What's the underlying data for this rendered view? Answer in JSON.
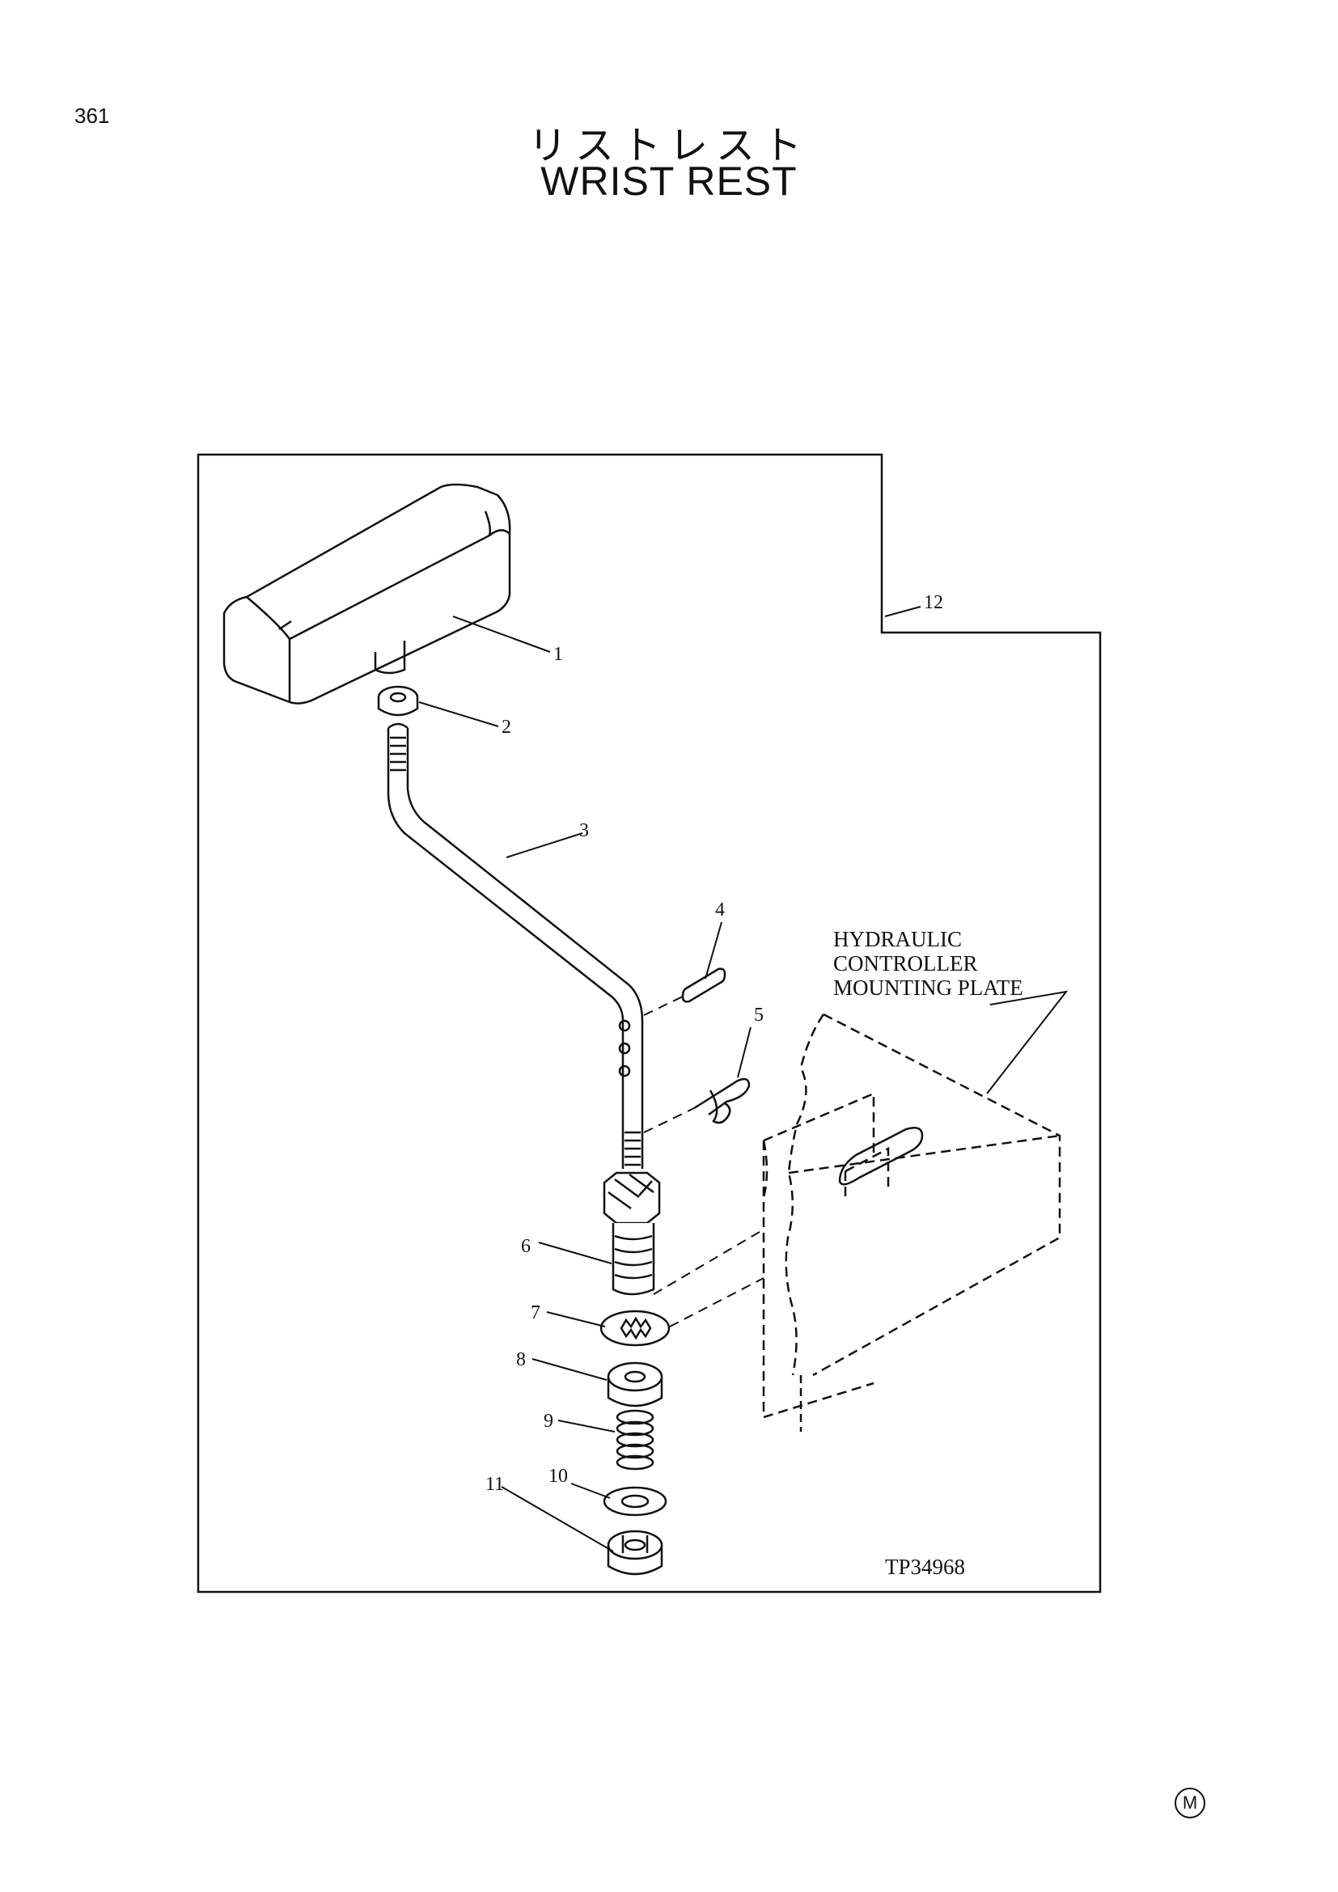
{
  "page_number": "361",
  "title_jp": "リストレスト",
  "title_en": "WRIST  REST",
  "callouts": [
    "1",
    "2",
    "3",
    "4",
    "5",
    "6",
    "7",
    "8",
    "9",
    "10",
    "11",
    "12"
  ],
  "note_lines": [
    "HYDRAULIC",
    "CONTROLLER",
    "MOUNTING PLATE"
  ],
  "drawing_code": "TP34968",
  "corner_mark": "M"
}
